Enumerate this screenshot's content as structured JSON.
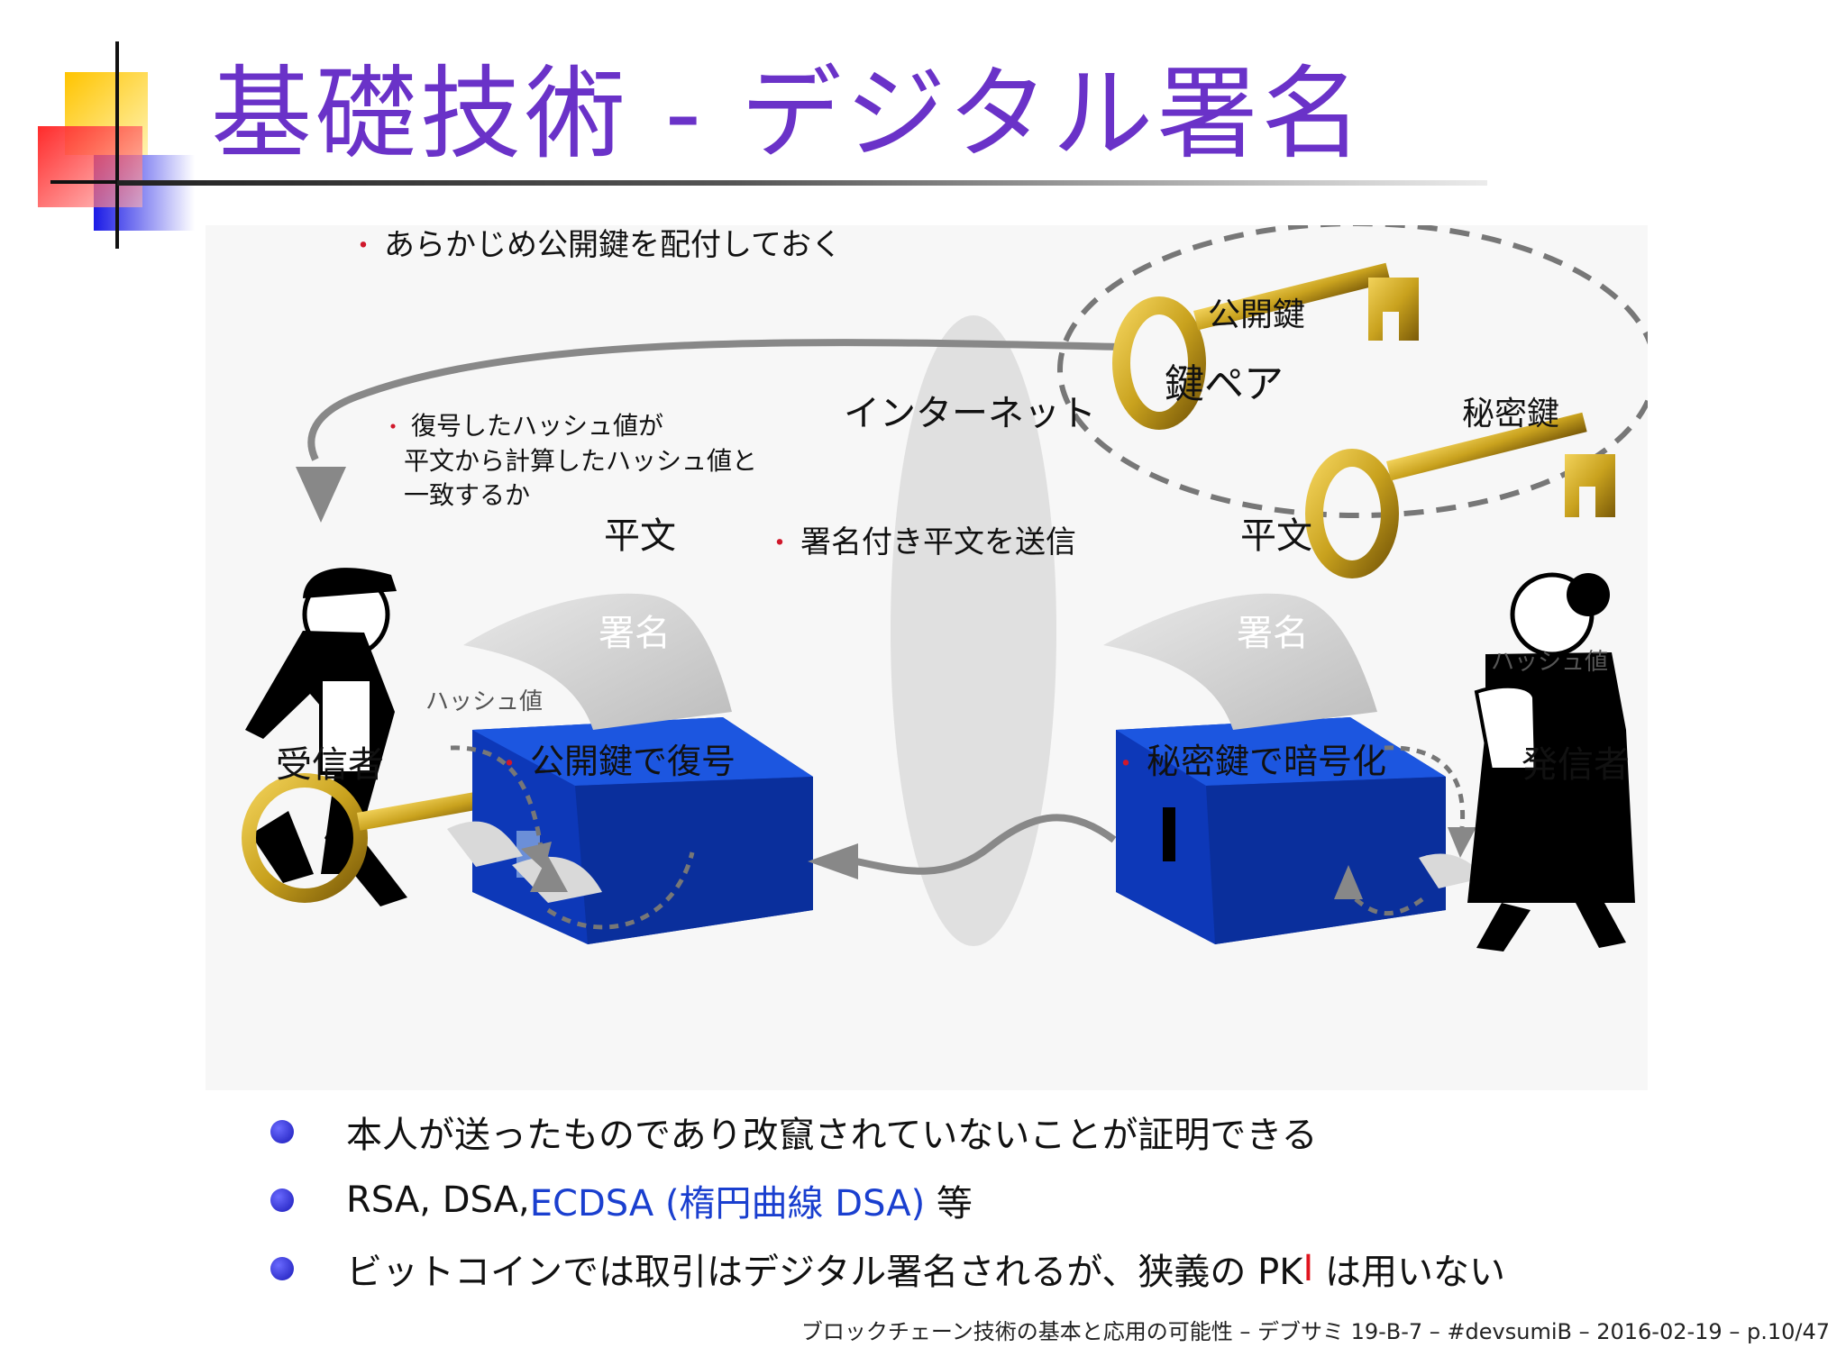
{
  "slide": {
    "title": "基礎技術 - デジタル署名",
    "title_color": "#6a32c8"
  },
  "diagram": {
    "network_label": "インターネット",
    "distribute_note": "あらかじめ公開鍵を配付しておく",
    "verify_note_lines": [
      "復号したハッシュ値が",
      "平文から計算したハッシュ値と",
      "一致するか"
    ],
    "send_note": "署名付き平文を送信",
    "decrypt_note": "公開鍵で復号",
    "encrypt_note": "秘密鍵で暗号化",
    "receiver_label": "受信者",
    "sender_label": "発信者",
    "public_key_label": "公開鍵",
    "private_key_label": "秘密鍵",
    "key_pair_label": "鍵ペア",
    "plaintext_label": "平文",
    "signature_label": "署名",
    "hash_label": "ハッシュ値",
    "colors": {
      "box_blue": "#0d38b8",
      "key_gold": "#c9a21e",
      "bullet_red": "#d0182b"
    }
  },
  "bullets": [
    {
      "parts": [
        {
          "text": "本人が送ったものであり改竄されていないことが証明できる",
          "style": "normal"
        }
      ]
    },
    {
      "parts": [
        {
          "text": "RSA, DSA, ",
          "style": "normal"
        },
        {
          "text": "ECDSA (楕円曲線 DSA)",
          "style": "blue"
        },
        {
          "text": " 等",
          "style": "normal"
        }
      ]
    },
    {
      "parts": [
        {
          "text": "ビットコインでは取引はデジタル署名されるが、狭義の PK",
          "style": "normal"
        },
        {
          "text": "I",
          "style": "red"
        },
        {
          "text": " は用いない",
          "style": "normal"
        }
      ]
    }
  ],
  "footer": "ブロックチェーン技術の基本と応用の可能性 – デブサミ 19-B-7 – #devsumiB – 2016-02-19 – p.10/47"
}
